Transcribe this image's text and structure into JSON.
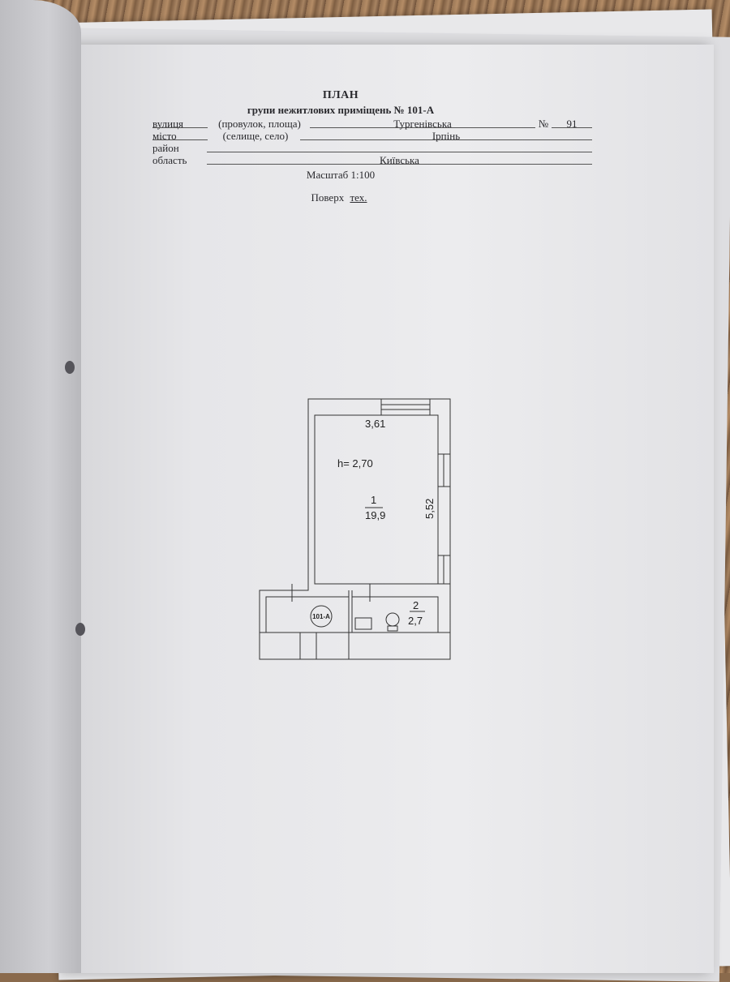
{
  "document": {
    "title": "ПЛАН",
    "subtitle": "групи нежитлових приміщень № 101-А",
    "fields": {
      "street_label": "вулиця",
      "street_hint": "(провулок, площа)",
      "street_value": "Тургенівська",
      "number_label": "№",
      "number_value": "91",
      "city_label": "місто",
      "city_hint": "(селище, село)",
      "city_value": "Ірпінь",
      "district_label": "район",
      "district_value": "",
      "region_label": "область",
      "region_value": "Київська"
    },
    "scale": "Масштаб 1:100",
    "floor_label": "Поверх",
    "floor_value": "тех."
  },
  "plan": {
    "width_dim": "3,61",
    "length_dim": "5,52",
    "height_label": "h= 2,70",
    "rooms": [
      {
        "number": "1",
        "area": "19,9"
      },
      {
        "number": "2",
        "area": "2,7"
      }
    ],
    "unit_badge": "101-А"
  }
}
